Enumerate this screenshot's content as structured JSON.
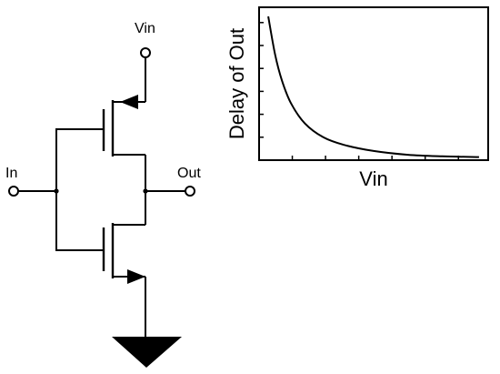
{
  "circuit": {
    "labels": {
      "vin": "Vin",
      "in": "In",
      "out": "Out"
    },
    "icons": [
      "pmos-transistor-icon",
      "nmos-transistor-icon",
      "ground-icon",
      "terminal-icon"
    ]
  },
  "chart_data": {
    "type": "line",
    "title": "",
    "xlabel": "Vin",
    "ylabel": "Delay of Out",
    "xlim": [
      0,
      10
    ],
    "ylim": [
      0,
      10
    ],
    "x_ticks_shown": [
      1.45,
      2.9,
      4.35,
      5.8,
      7.25,
      8.7
    ],
    "y_ticks_shown": [
      1.5,
      3.0,
      4.5,
      6.0,
      7.5,
      9.0
    ],
    "tick_labels": false,
    "grid": false,
    "series": [
      {
        "x": [
          0.4,
          0.7,
          1.0,
          1.4,
          2.0,
          2.8,
          3.7,
          5.0,
          6.5,
          8.0,
          9.6
        ],
        "y": [
          9.4,
          6.9,
          5.2,
          3.7,
          2.4,
          1.5,
          1.0,
          0.6,
          0.35,
          0.25,
          0.2
        ]
      }
    ]
  }
}
